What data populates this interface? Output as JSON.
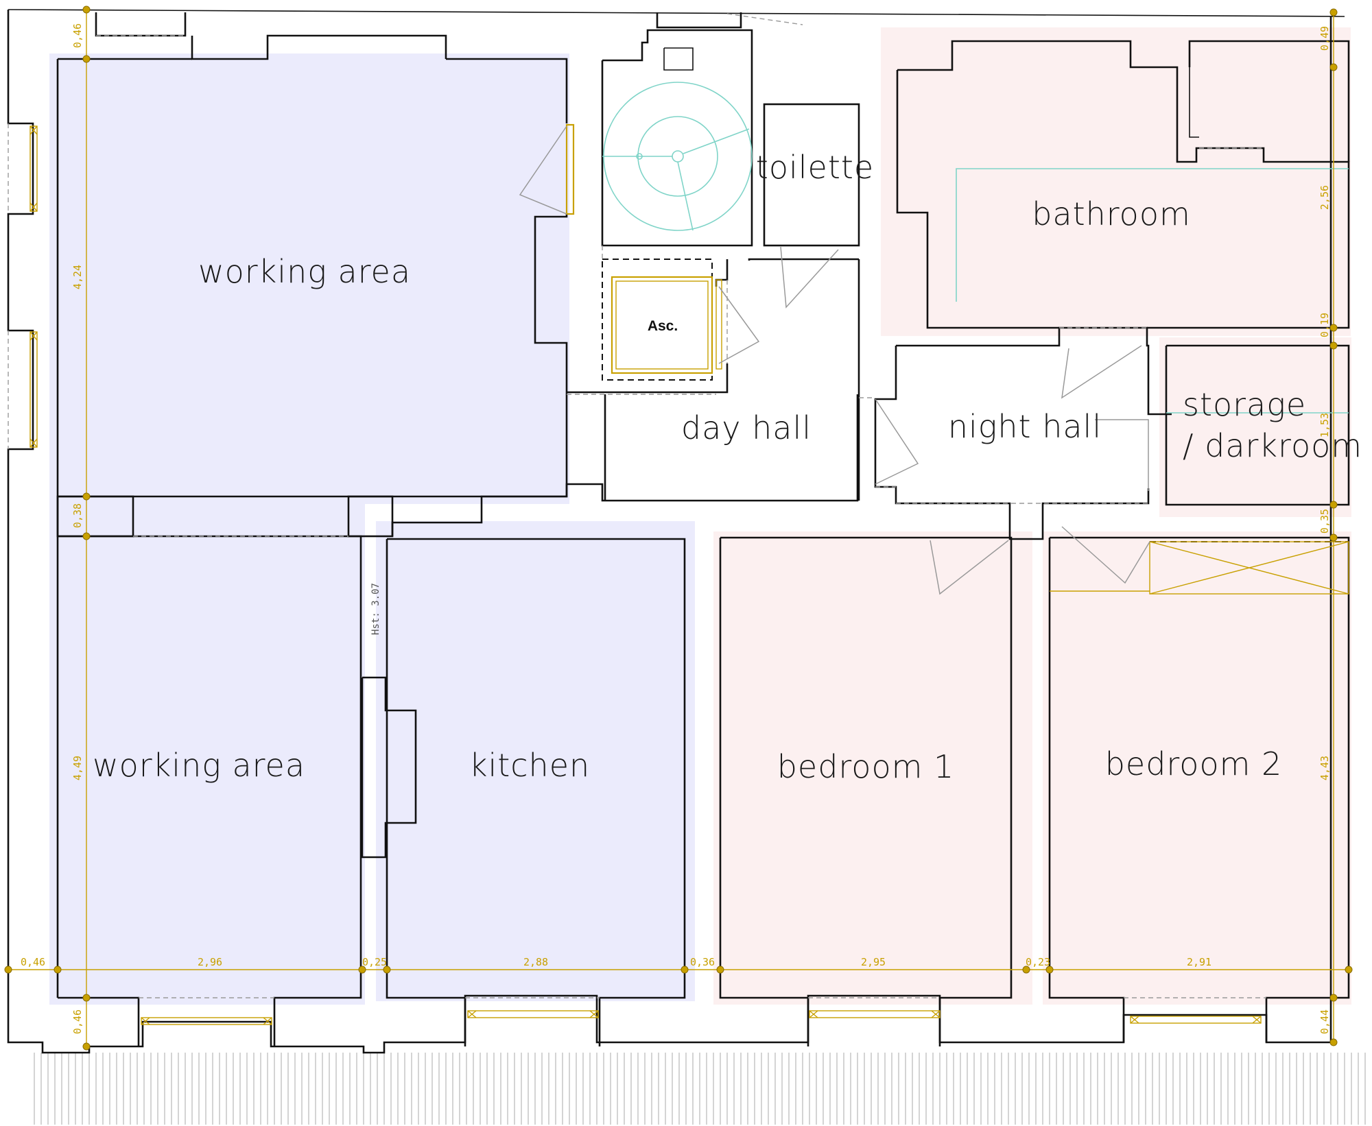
{
  "rooms": {
    "working_area_top": "working area",
    "working_area_bottom": "working area",
    "kitchen": "kitchen",
    "bedroom_1": "bedroom 1",
    "bedroom_2": "bedroom 2",
    "bathroom": "bathroom",
    "toilette": "toilette",
    "day_hall": "day hall",
    "night_hall": "night hall",
    "storage_line1": "storage",
    "storage_line2": "/ darkroom",
    "elevator": "Asc."
  },
  "annotations": {
    "hst": "Hst: 3.07"
  },
  "dimensions": {
    "bottom_chain": [
      "0,46",
      "2,96",
      "0,25",
      "2,88",
      "0,36",
      "2,95",
      "0,23",
      "2,91"
    ],
    "left_chain": [
      "0,46",
      "4,24",
      "0,38",
      "4,49",
      "0,46"
    ],
    "right_chain": [
      "0,49",
      "2,56",
      "0,19",
      "1,53",
      "0,35",
      "4,43",
      "0,44"
    ]
  },
  "colors": {
    "day_zone": "#ebebfc",
    "night_zone": "#fcf0f0",
    "dimension": "#c8a000",
    "stair": "#7fd4c8",
    "wall": "#111111"
  }
}
